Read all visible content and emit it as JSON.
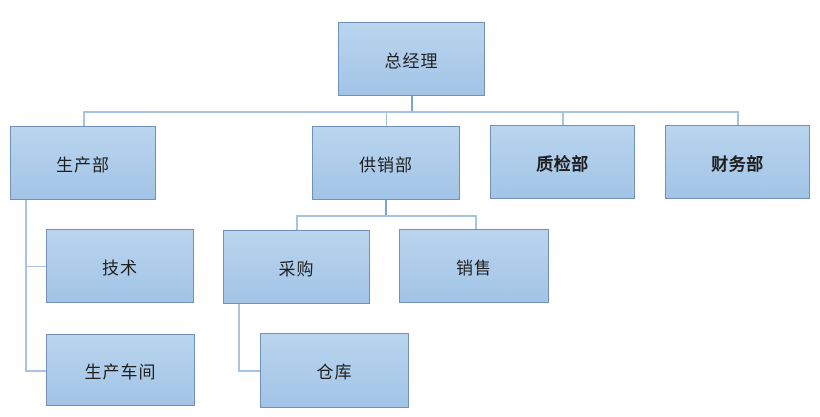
{
  "diagram_type": "organization-chart",
  "colors": {
    "background": "#ffffff",
    "box_fill_top": "#bad5ef",
    "box_fill_bottom": "#a2c4e6",
    "box_border": "#7191b6",
    "connector_line": "#a6c4e2",
    "trunk_line": "#7ea3cd",
    "text": "#1f1f1f"
  },
  "nodes": [
    {
      "id": "general-manager",
      "label": "总经理",
      "level": 1,
      "parent": null,
      "bold": false
    },
    {
      "id": "production-dept",
      "label": "生产部",
      "level": 2,
      "parent": "general-manager",
      "bold": false
    },
    {
      "id": "supply-sales-dept",
      "label": "供销部",
      "level": 2,
      "parent": "general-manager",
      "bold": false
    },
    {
      "id": "quality-dept",
      "label": "质检部",
      "level": 2,
      "parent": "general-manager",
      "bold": true
    },
    {
      "id": "finance-dept",
      "label": "财务部",
      "level": 2,
      "parent": "general-manager",
      "bold": true
    },
    {
      "id": "technology",
      "label": "技术",
      "level": 3,
      "parent": "production-dept",
      "bold": false
    },
    {
      "id": "purchasing",
      "label": "采购",
      "level": 3,
      "parent": "supply-sales-dept",
      "bold": false
    },
    {
      "id": "sales",
      "label": "销售",
      "level": 3,
      "parent": "supply-sales-dept",
      "bold": false
    },
    {
      "id": "production-workshop",
      "label": "生产车间",
      "level": 4,
      "parent": "production-dept",
      "bold": false
    },
    {
      "id": "warehouse",
      "label": "仓库",
      "level": 4,
      "parent": "purchasing",
      "bold": false
    }
  ]
}
